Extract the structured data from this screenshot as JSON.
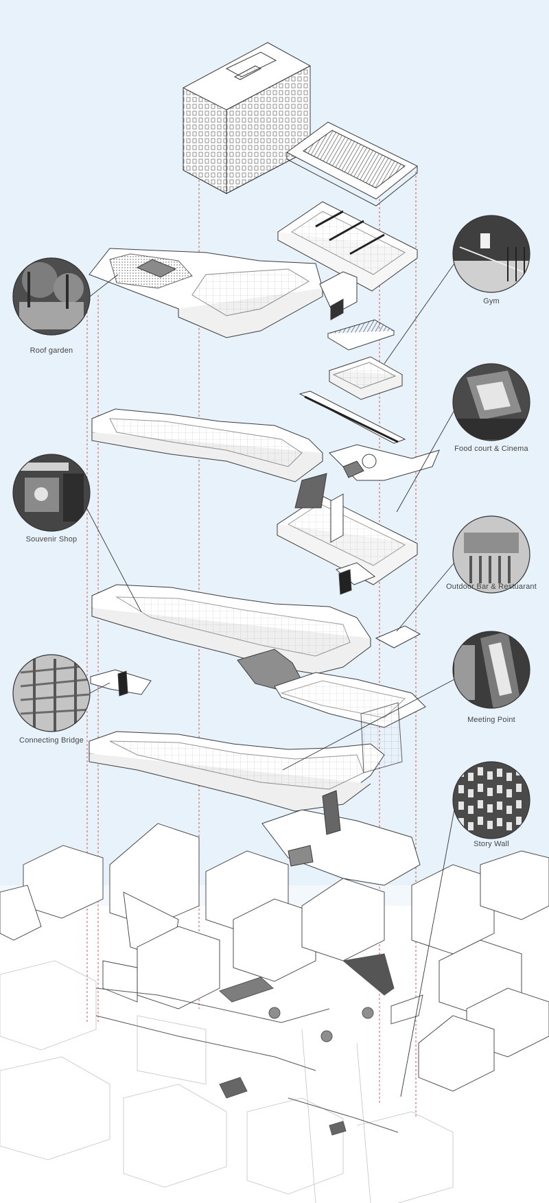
{
  "colors": {
    "sky": "#e8f2fb",
    "ground": "#ffffff",
    "line": "#3a3a3a",
    "light_line": "#b9b9b9",
    "guide": "#d9534f",
    "photo_dark": "#5a5a5a",
    "label": "#444444"
  },
  "callouts": [
    {
      "id": "roof-garden",
      "label": "Roof garden"
    },
    {
      "id": "gym",
      "label": "Gym"
    },
    {
      "id": "food-court-cinema",
      "label": "Food court & Cinema"
    },
    {
      "id": "souvenir-shop",
      "label": "Souvenir Shop"
    },
    {
      "id": "outdoor-bar",
      "label": "Outdoor Bar & Restuarant"
    },
    {
      "id": "connecting-bridge",
      "label": "Connecting Bridge"
    },
    {
      "id": "meeting-point",
      "label": "Meeting Point"
    },
    {
      "id": "story-wall",
      "label": "Story Wall"
    }
  ]
}
